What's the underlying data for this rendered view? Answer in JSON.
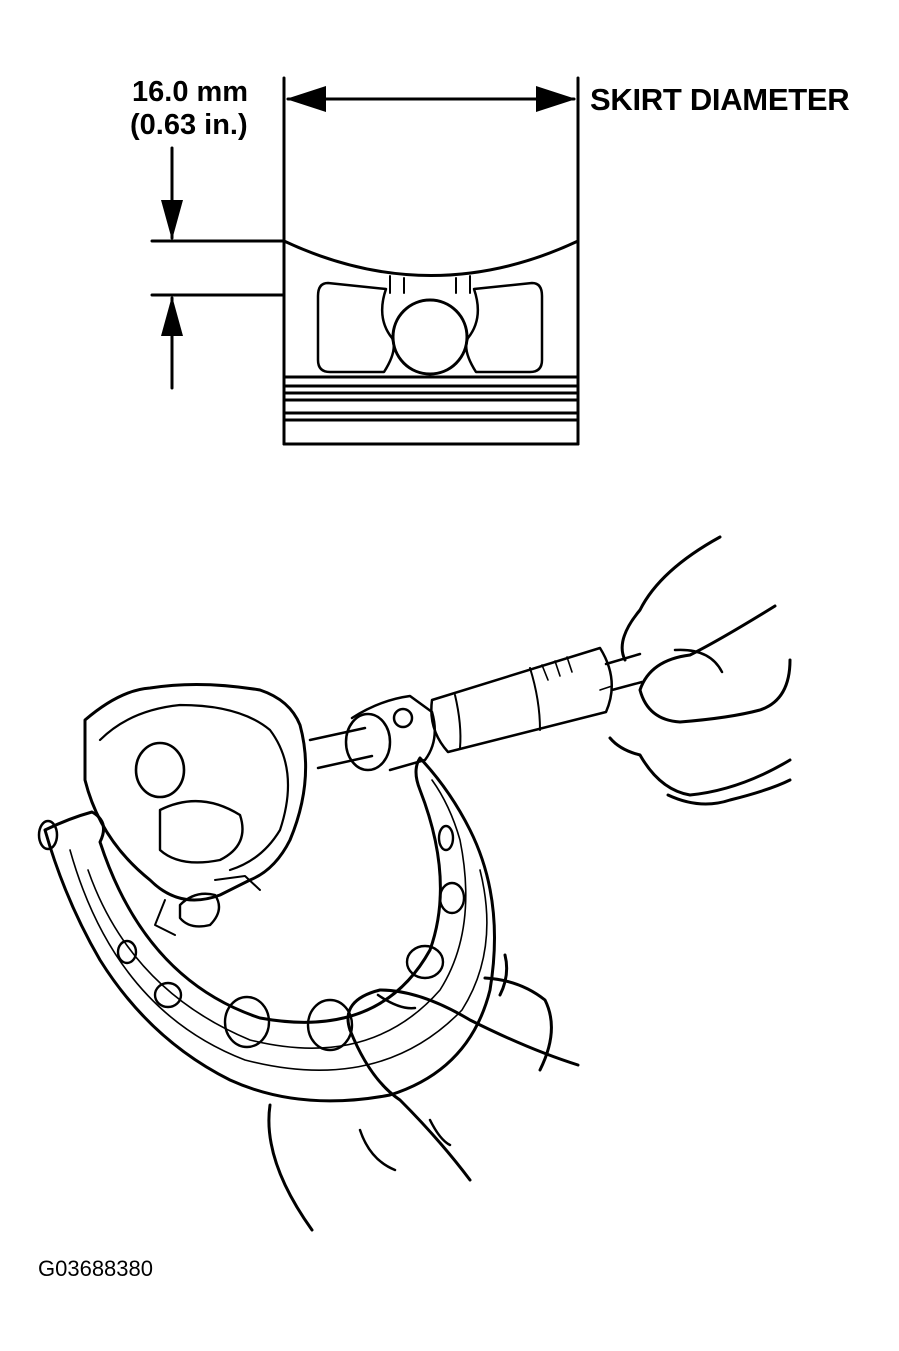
{
  "measurement": {
    "metric": "16.0 mm",
    "imperial": "(0.63 in.)"
  },
  "label": {
    "skirt_diameter": "SKIRT DIAMETER"
  },
  "figure": {
    "id": "G03688380"
  },
  "colors": {
    "line": "#000000",
    "background": "#ffffff"
  }
}
